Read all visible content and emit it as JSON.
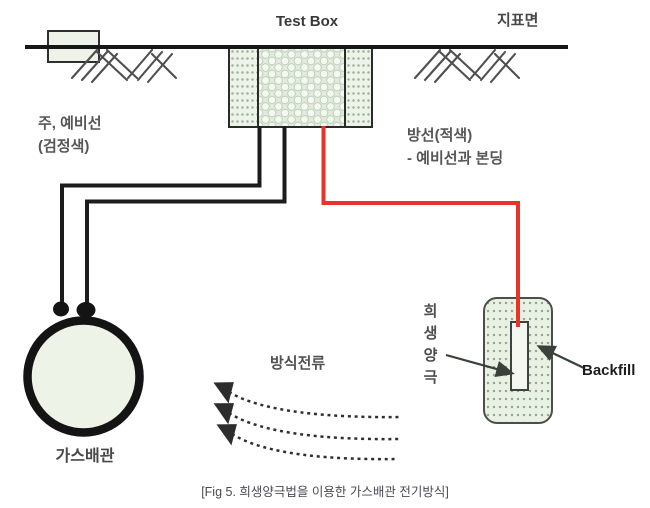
{
  "figure": {
    "title": "Test Box",
    "caption": "[Fig 5. 희생양극법을 이용한 가스배관 전기방식]"
  },
  "labels": {
    "test_box": "Test Box",
    "ground_surface": "지표면",
    "main_spare_line1": "주, 예비선",
    "main_spare_line2": "(검정색)",
    "red_line1": "방선(적색)",
    "red_line2": "- 예비선과 본딩",
    "gas_pipe": "가스배관",
    "protection_current": "방식전류",
    "sacrificial_anode": "희생양극",
    "backfill": "Backfill",
    "caption": "[Fig 5. 희생양극법을 이용한 가스배관 전기방식]"
  },
  "colors": {
    "wire_black": "#1c1c1c",
    "wire_red": "#e8332a",
    "ground_line": "#171717",
    "soil_pattern_green": "#e2ebdd",
    "backfill_fill": "#e9f0e4",
    "pipe_fill": "#edf4e7",
    "label_gray": "#4f4f4f"
  }
}
